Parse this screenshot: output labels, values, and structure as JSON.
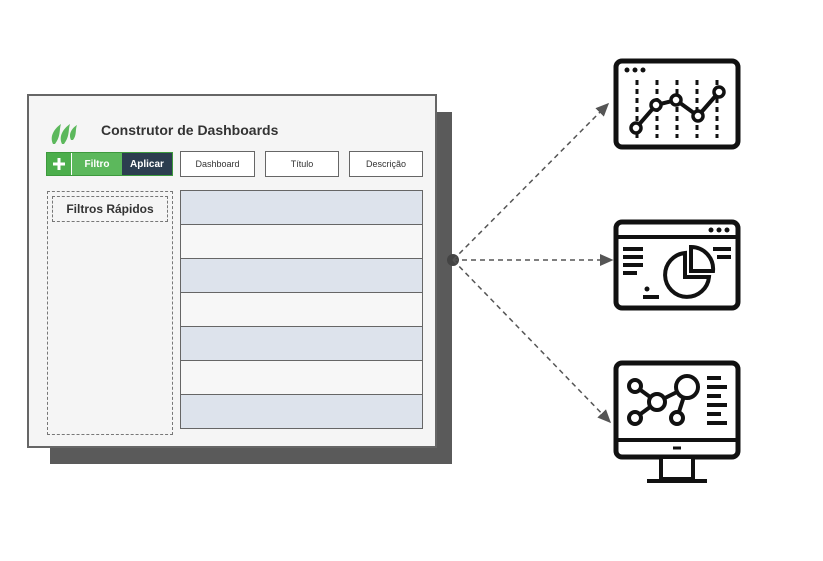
{
  "app": {
    "title": "Construtor de Dashboards",
    "logo": "leaf-logo"
  },
  "toolbar": {
    "add_icon": "plus-icon",
    "filter_label": "Filtro",
    "apply_label": "Aplicar",
    "fields": [
      "Dashboard",
      "Título",
      "Descrição"
    ]
  },
  "quick_filters": {
    "title": "Filtros Rápidos"
  },
  "table": {
    "rows": 7
  },
  "outputs": [
    {
      "icon": "line-chart-screen-icon"
    },
    {
      "icon": "pie-chart-window-icon"
    },
    {
      "icon": "network-monitor-icon"
    }
  ],
  "colors": {
    "green": "#5cb85c",
    "dark_blue": "#2c3e50",
    "row_highlight": "#dde3ec",
    "shadow": "#5a5a5a"
  }
}
